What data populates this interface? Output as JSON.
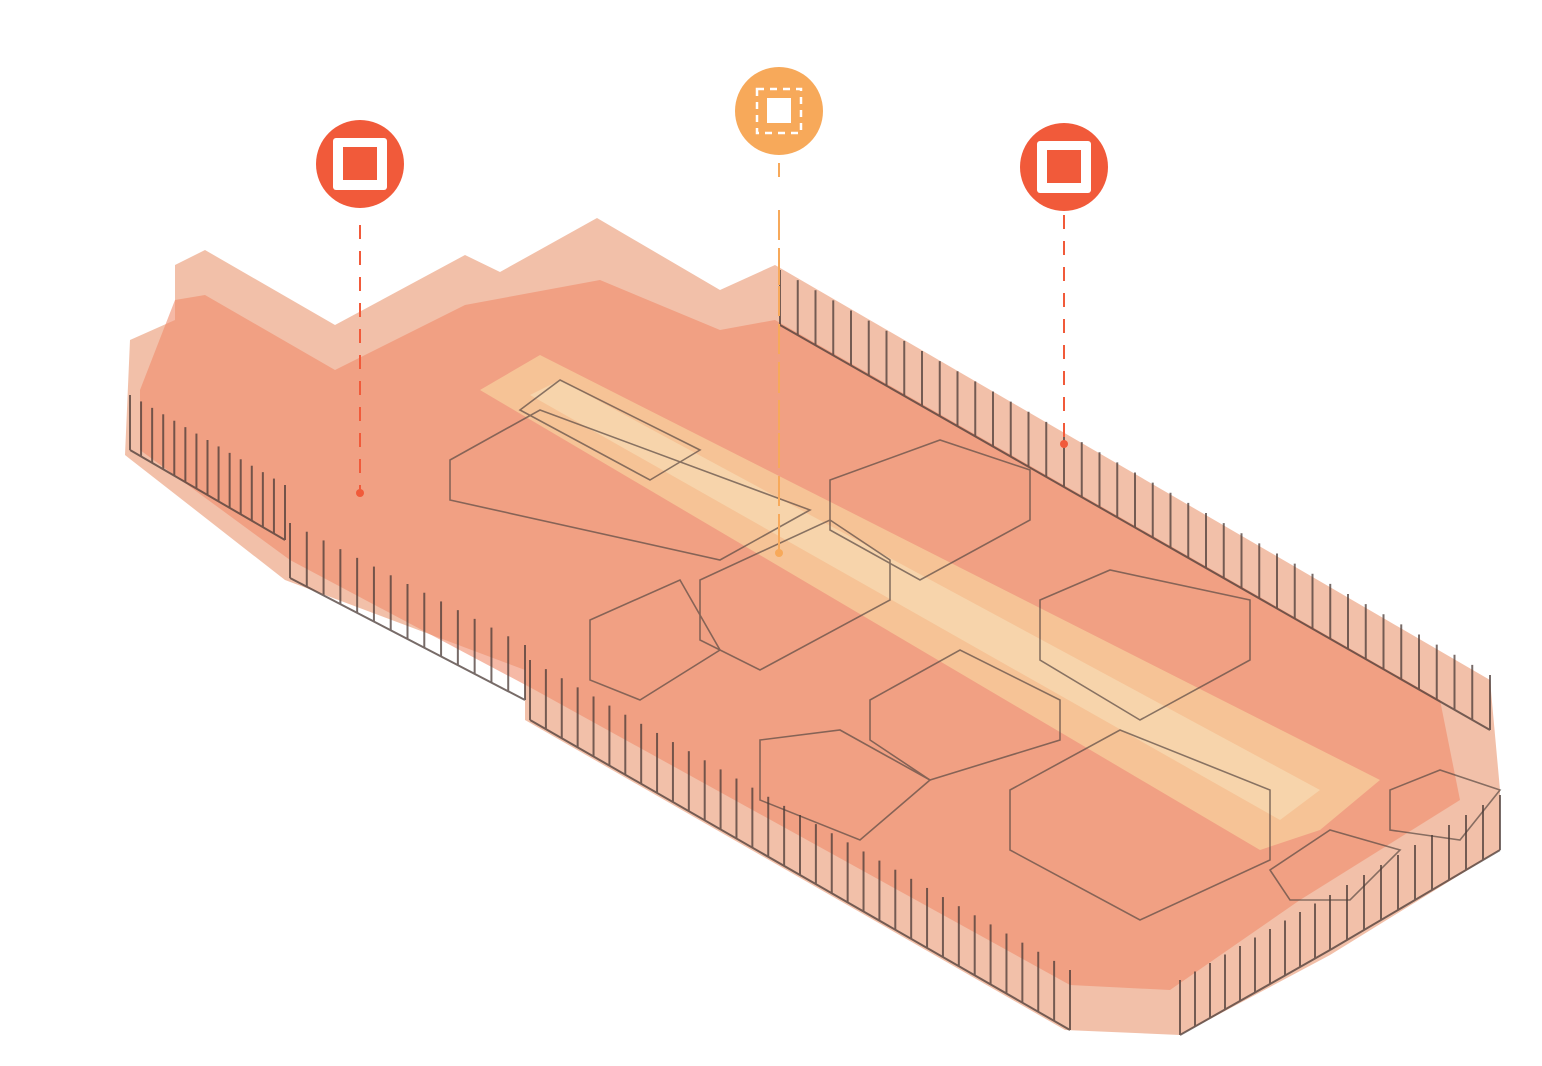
{
  "diagram": {
    "type": "isometric-floor-plan",
    "colors": {
      "zone_outer": "#f0b59a",
      "zone_mid": "#f08a6a",
      "zone_core": "#f7c99a",
      "walls": "#5a4a44",
      "marker_active": "#f15a3a",
      "marker_pending": "#f7a95a"
    },
    "markers": [
      {
        "name": "marker-left",
        "icon": "solid-square-icon",
        "status": "active"
      },
      {
        "name": "marker-center",
        "icon": "dashed-square-icon",
        "status": "pending"
      },
      {
        "name": "marker-right",
        "icon": "solid-square-icon",
        "status": "active"
      }
    ]
  }
}
